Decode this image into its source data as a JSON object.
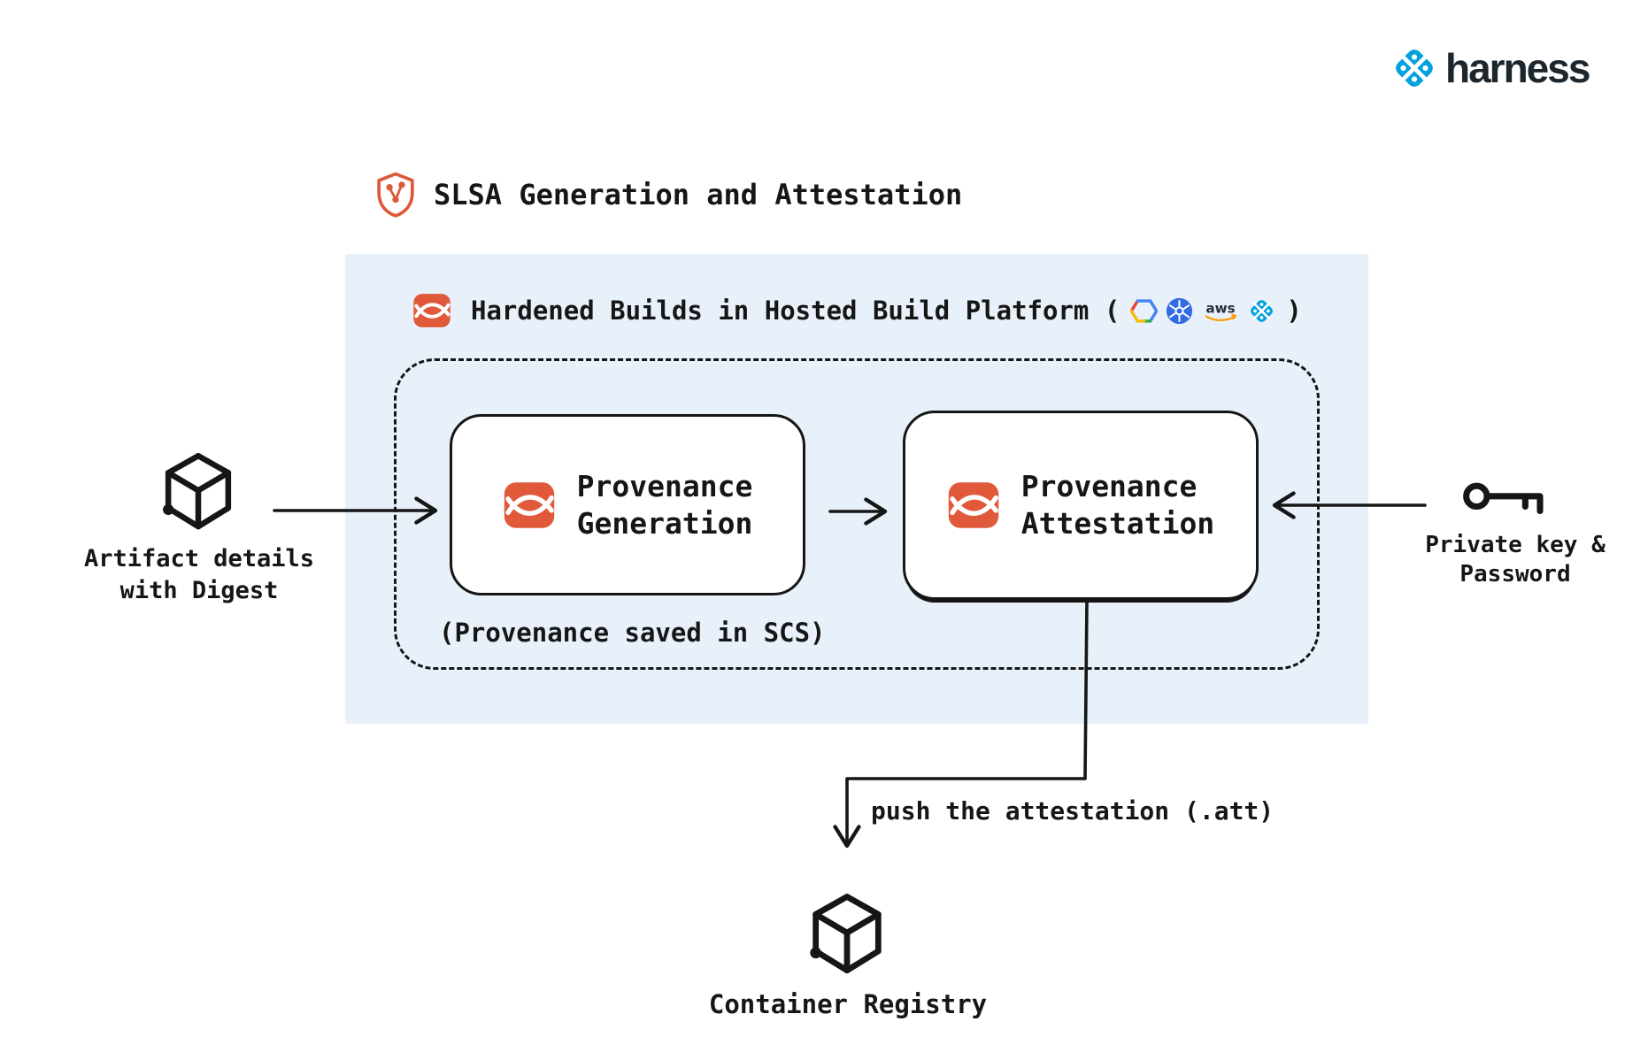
{
  "brand": {
    "wordmark": "harness"
  },
  "title": "SLSA Generation and Attestation",
  "platform": {
    "heading_prefix": "Hardened Builds in Hosted Build Platform (",
    "heading_suffix": ")",
    "aws_label": "aws",
    "icons": [
      "gcp-icon",
      "kubernetes-icon",
      "aws-icon",
      "harness-icon"
    ],
    "scs_note": "(Provenance saved in SCS)"
  },
  "nodes": {
    "generation": "Provenance\nGeneration",
    "attestation": "Provenance\nAttestation"
  },
  "labels": {
    "artifact": "Artifact details\nwith Digest",
    "private_key": "Private key &\nPassword",
    "push": "push the attestation (.att)",
    "registry": "Container Registry"
  },
  "colors": {
    "panel_blue": "#e8f1fa",
    "accent_orange": "#e0593a",
    "harness_blue": "#00a3de",
    "ink": "#161616"
  }
}
